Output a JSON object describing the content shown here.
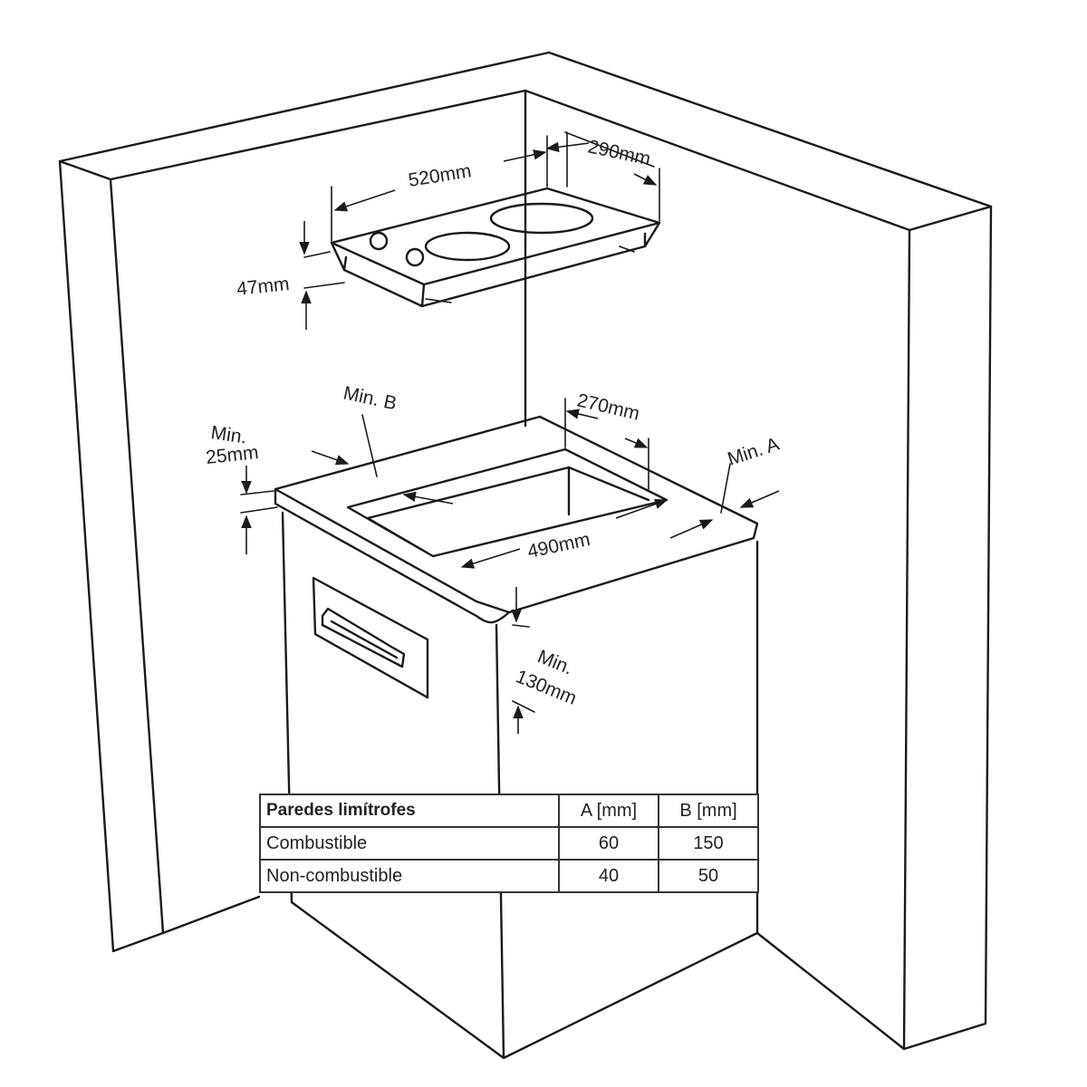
{
  "dimensions": {
    "hob_width": "520mm",
    "hob_depth": "290mm",
    "hob_height": "47mm",
    "cutout_depth": "270mm",
    "cutout_width": "490mm",
    "min_b": "Min. B",
    "min_a": "Min. A",
    "min_front_line1": "Min.",
    "min_front_line2": "25mm",
    "min_below_line1": "Min.",
    "min_below_line2": "130mm"
  },
  "table": {
    "headers": [
      "Paredes limítrofes",
      "A [mm]",
      "B [mm]"
    ],
    "rows": [
      {
        "label": "Combustible",
        "a": "60",
        "b": "150"
      },
      {
        "label": "Non-combustible",
        "a": "40",
        "b": "50"
      }
    ]
  },
  "colors": {
    "line": "#1a1a1a",
    "background": "#ffffff"
  }
}
